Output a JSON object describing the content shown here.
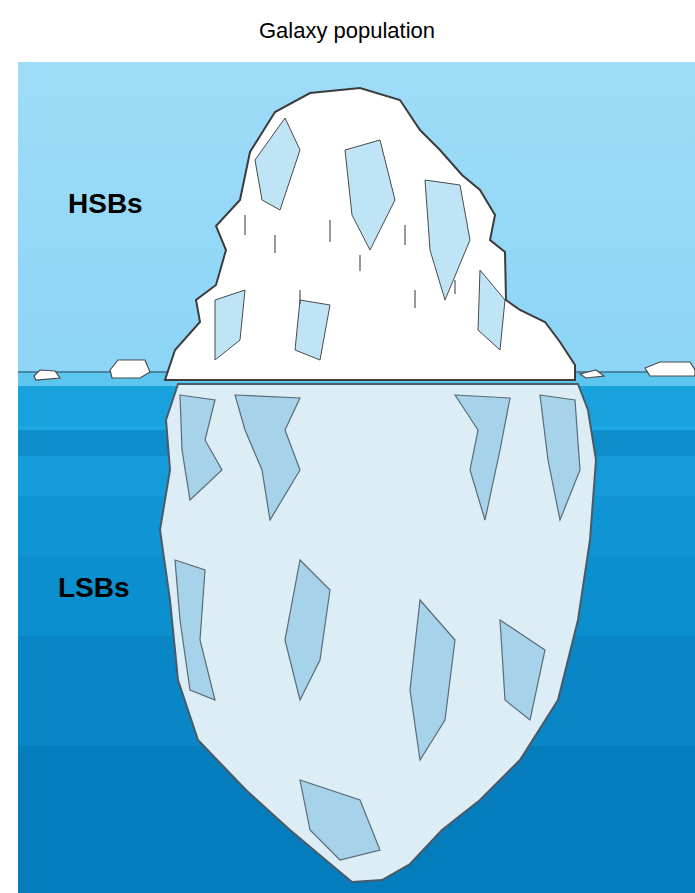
{
  "diagram": {
    "title": "Galaxy population",
    "labels": [
      "HSBs",
      "LSBs"
    ]
  }
}
